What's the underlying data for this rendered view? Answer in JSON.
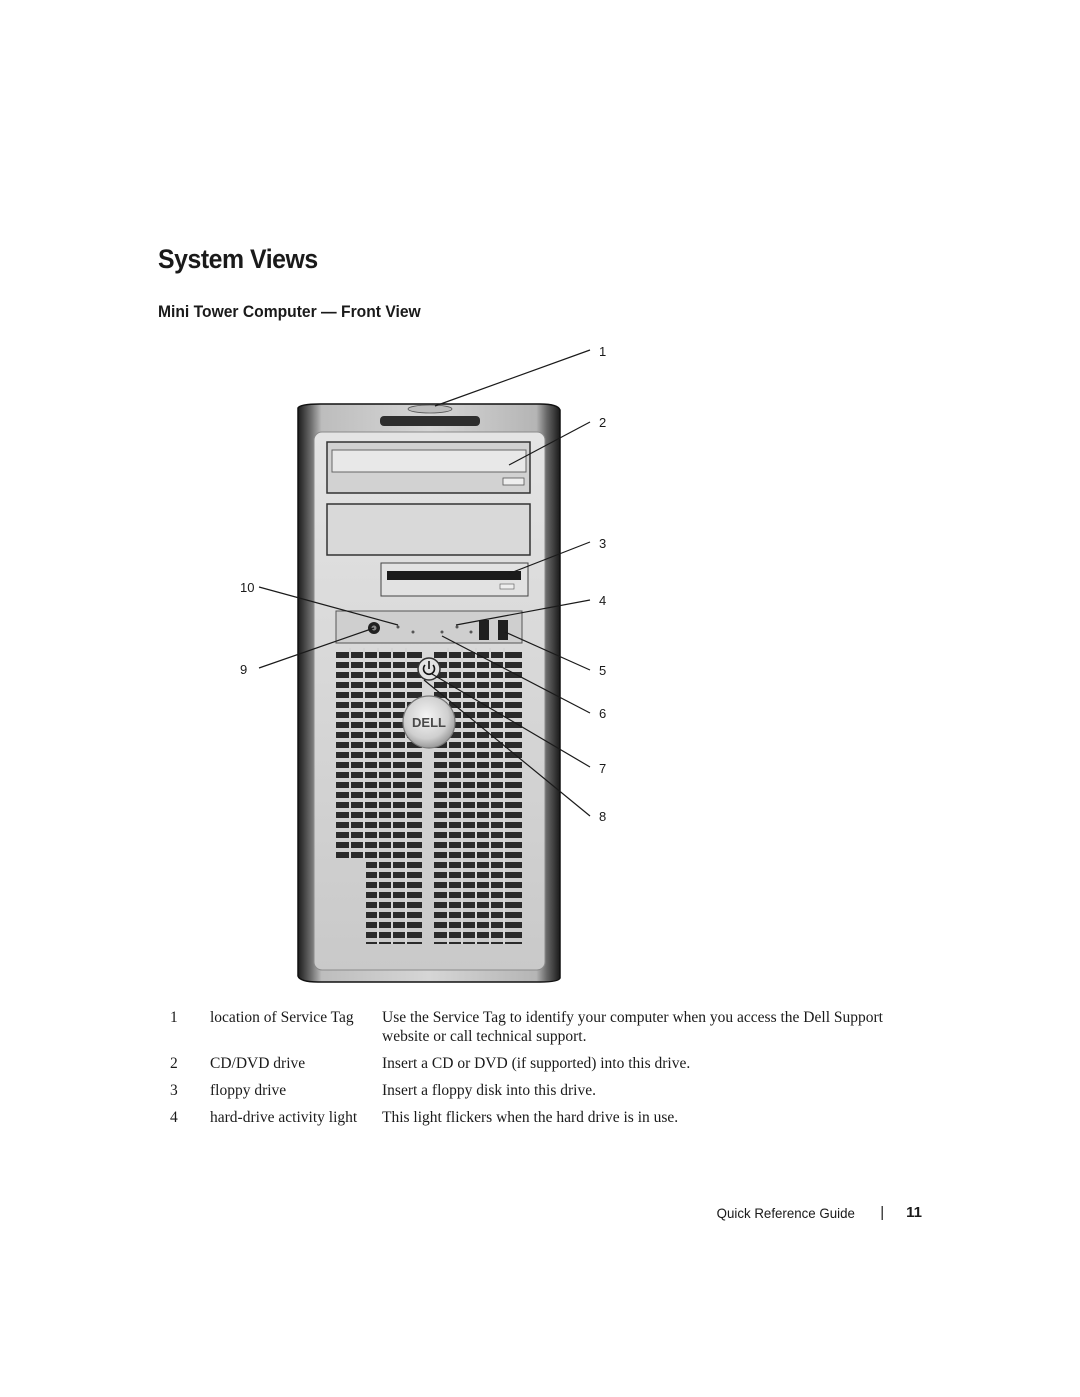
{
  "heading": "System Views",
  "subheading": "Mini Tower Computer — Front View",
  "figure": {
    "brand_logo": "DELL",
    "callouts": [
      "1",
      "2",
      "3",
      "4",
      "5",
      "6",
      "7",
      "8",
      "9",
      "10"
    ]
  },
  "legend": [
    {
      "num": "1",
      "item": "location of Service Tag",
      "desc": "Use the Service Tag to identify your computer when you access the Dell Support website or call technical support."
    },
    {
      "num": "2",
      "item": "CD/DVD drive",
      "desc": "Insert a CD or DVD (if supported) into this drive."
    },
    {
      "num": "3",
      "item": "floppy drive",
      "desc": "Insert a floppy disk into this drive."
    },
    {
      "num": "4",
      "item": "hard-drive activity light",
      "desc": "This light flickers when the hard drive is in use."
    }
  ],
  "footer": {
    "guide": "Quick Reference Guide",
    "separator": "|",
    "page_number": "11"
  }
}
